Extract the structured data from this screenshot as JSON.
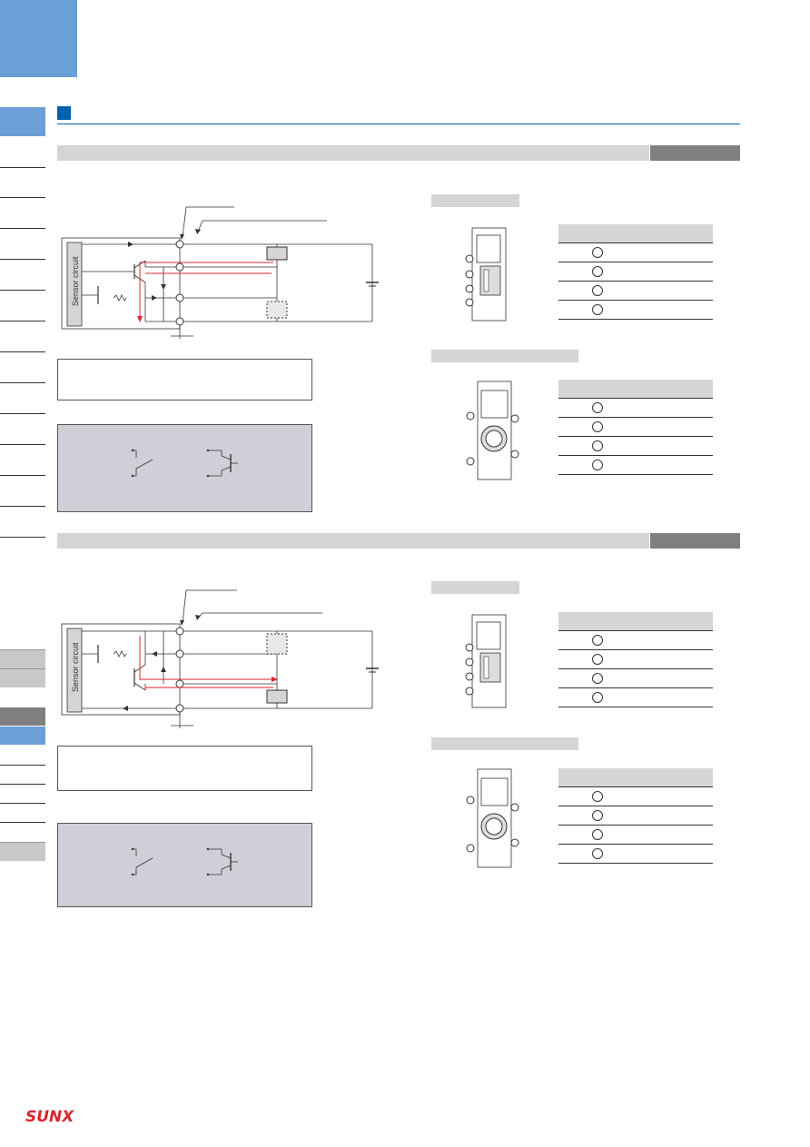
{
  "logo": {
    "text": "SUNX",
    "color": "#d8262e"
  },
  "colors": {
    "accent": "#0062ad",
    "tab_blue": "#6a9fd8",
    "wire_red": "#d8262e"
  },
  "circuits": [
    {
      "box_label": "Sensor circuit",
      "pin_rows": 4
    },
    {
      "box_label": "Sensor circuit",
      "pin_rows": 4
    }
  ]
}
